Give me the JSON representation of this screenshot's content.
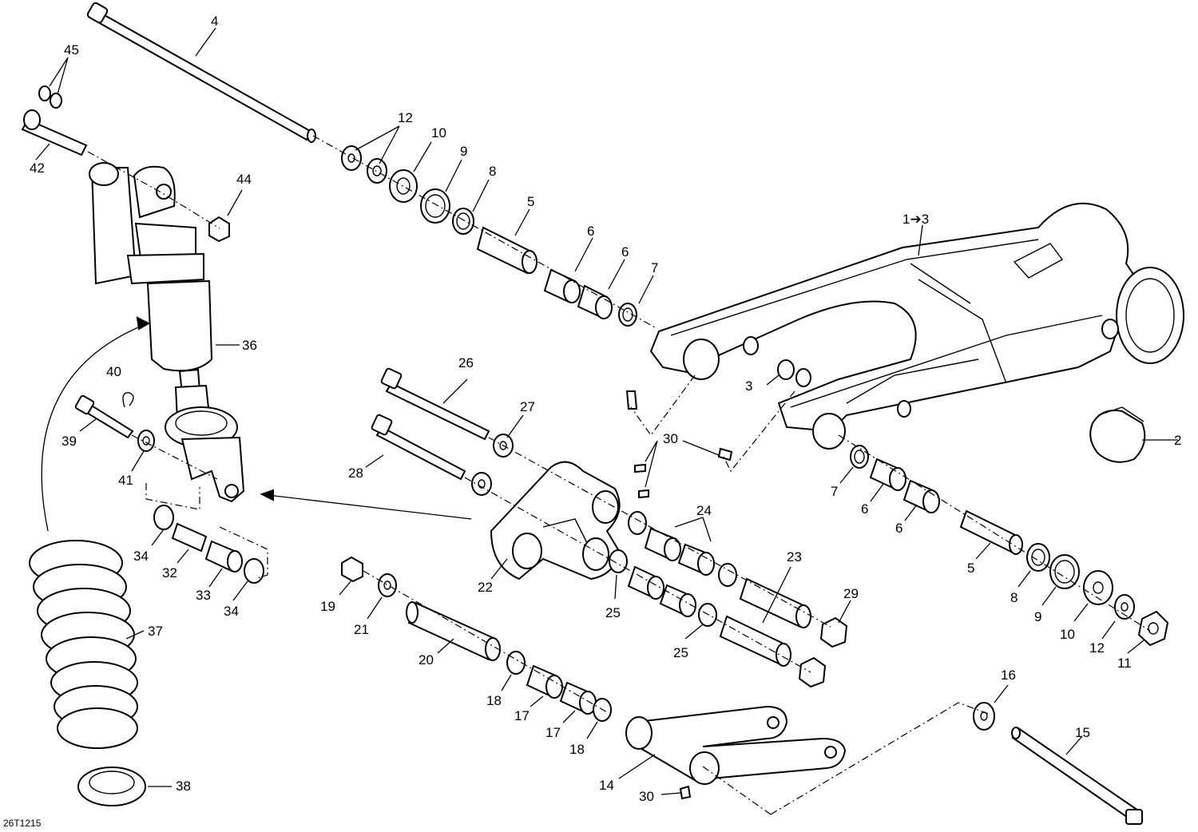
{
  "diagram_code": "26T1215",
  "callouts": {
    "c1": "1➔3",
    "c2": "2",
    "c3": "3",
    "c4": "4",
    "c5a": "5",
    "c5b": "5",
    "c6a": "6",
    "c6b": "6",
    "c6c": "6",
    "c6d": "6",
    "c7a": "7",
    "c7b": "7",
    "c8a": "8",
    "c8b": "8",
    "c9a": "9",
    "c9b": "9",
    "c10a": "10",
    "c10b": "10",
    "c11": "11",
    "c12a": "12",
    "c12b": "12",
    "c14": "14",
    "c15": "15",
    "c16": "16",
    "c17a": "17",
    "c17b": "17",
    "c18a": "18",
    "c18b": "18",
    "c19": "19",
    "c20": "20",
    "c21": "21",
    "c22": "22",
    "c23": "23",
    "c24": "24",
    "c25a": "25",
    "c25b": "25",
    "c26": "26",
    "c27": "27",
    "c28": "28",
    "c29": "29",
    "c30a": "30",
    "c30b": "30",
    "c32": "32",
    "c33": "33",
    "c34a": "34",
    "c34b": "34",
    "c36": "36",
    "c37": "37",
    "c38": "38",
    "c39": "39",
    "c40": "40",
    "c41": "41",
    "c42": "42",
    "c44": "44",
    "c45": "45"
  }
}
